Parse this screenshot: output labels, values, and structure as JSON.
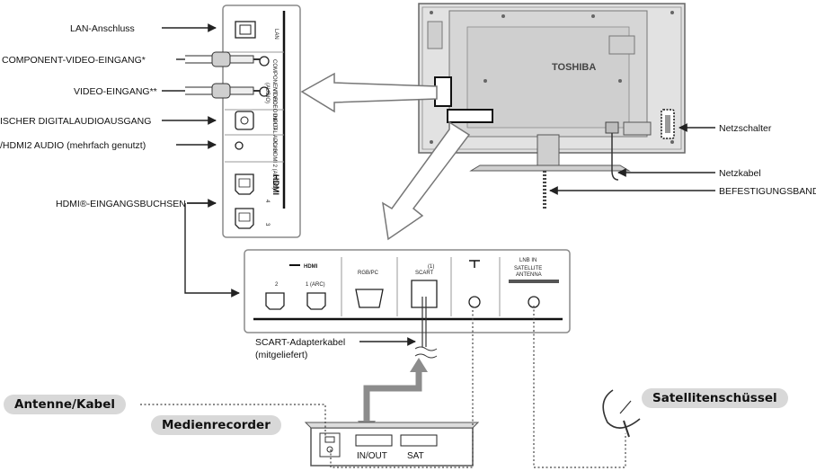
{
  "labels": {
    "lan": "LAN-Anschluss",
    "component_video": "COMPONENT-VIDEO-EINGANG*",
    "video": "VIDEO-EINGANG**",
    "digital_audio": "ISCHER DIGITALAUDIOAUSGANG",
    "hdmi2_audio": "/HDMI2 AUDIO (mehrfach genutzt)",
    "hdmi_inputs": "HDMI®-EINGANGSBUCHSEN",
    "power_switch": "Netzschalter",
    "power_cable": "Netzkabel",
    "strap": "BEFESTIGUNGSBAND",
    "scart_cable_1": "SCART-Adapterkabel",
    "scart_cable_2": "(mitgeliefert)"
  },
  "badges": {
    "antenna": "Antenne/Kabel",
    "recorder": "Medienrecorder",
    "satellite": "Satellitenschüssel"
  },
  "tv": {
    "brand": "TOSHIBA"
  },
  "side_panel": {
    "lan": "LAN",
    "component": "COMPONENT VIDEO INPUT",
    "video": "VIDEO",
    "audio": "(AUDIO)",
    "digital": "DIGITAL AUDIO",
    "pc_hdmi": "PC/ HDMI 2 (AUDIO)",
    "hdmi_logo": "HDMI",
    "port4": "4",
    "port3": "3"
  },
  "bottom_panel": {
    "hdmi": "HDMI",
    "port2": "2",
    "port1": "1 (ARC)",
    "rgbpc": "RGB/PC",
    "scart_num": "(1)",
    "scart": "SCART",
    "lnb": "LNB IN",
    "satellite": "SATELLITE",
    "antenna": "ANTENNA"
  },
  "recorder": {
    "inout": "IN/OUT",
    "sat": "SAT"
  }
}
